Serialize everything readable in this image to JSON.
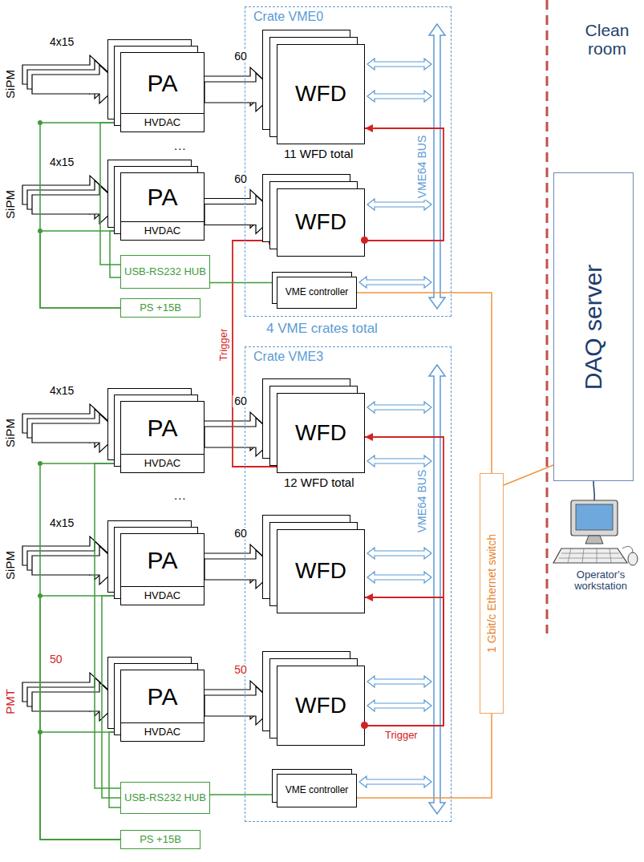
{
  "diagram": {
    "nodes": [
      {
        "text": [
          "Crate VME0"
        ]
      },
      {
        "text": [
          "WFD"
        ],
        "in": 0
      },
      {
        "text": [
          "WFD"
        ],
        "in": 0
      },
      {
        "text": [
          "VME controller"
        ],
        "in": 0
      },
      {
        "text": [
          "Crate VME3"
        ]
      },
      {
        "text": [
          "WFD"
        ],
        "in": 4
      },
      {
        "text": [
          "WFD"
        ],
        "in": 4
      },
      {
        "text": [
          "WFD"
        ],
        "in": 4
      },
      {
        "text": [
          "VME controller"
        ],
        "in": 4
      },
      {
        "text": [
          "PA"
        ]
      },
      {
        "text": [
          "HVDAC"
        ],
        "in": 9
      },
      {
        "text": [
          "PA"
        ]
      },
      {
        "text": [
          "HVDAC"
        ],
        "in": 11
      },
      {
        "text": [
          "USB-RS232 HUB"
        ]
      },
      {
        "text": [
          "PS +15B"
        ]
      },
      {
        "text": [
          "PA"
        ]
      },
      {
        "text": [
          "HVDAC"
        ],
        "in": 15
      },
      {
        "text": [
          "PA"
        ]
      },
      {
        "text": [
          "HVDAC"
        ],
        "in": 17
      },
      {
        "text": [
          "PA"
        ]
      },
      {
        "text": [
          "HVDAC"
        ],
        "in": 19
      },
      {
        "text": [
          "USB-RS232 HUB"
        ]
      },
      {
        "text": [
          "PS +15B"
        ]
      },
      {
        "text": [
          "1 Gbit/c Ethernet switch"
        ]
      },
      {
        "text": [
          "DAQ server"
        ]
      }
    ],
    "edges": [
      {
        "from": 9,
        "to": 1,
        "arrow": "to",
        "label": "60"
      },
      {
        "from": 11,
        "to": 2,
        "arrow": "to",
        "label": "60"
      },
      {
        "from": 15,
        "to": 5,
        "arrow": "to",
        "label": "60"
      },
      {
        "from": 17,
        "to": 6,
        "arrow": "to",
        "label": "60"
      },
      {
        "from": 19,
        "to": 7,
        "arrow": "to",
        "label": "50"
      },
      {
        "from": 2,
        "to": 1,
        "arrow": "to"
      },
      {
        "from": 7,
        "to": 5,
        "arrow": "to"
      },
      {
        "from": 7,
        "to": 6,
        "arrow": "to"
      },
      {
        "from": 5,
        "to": 2,
        "arrow": "to",
        "label": "Trigger"
      },
      {
        "from": 13,
        "to": 3,
        "arrow": "none"
      },
      {
        "from": 3,
        "to": 23,
        "arrow": "none"
      },
      {
        "from": 8,
        "to": 23,
        "arrow": "none"
      },
      {
        "from": 21,
        "to": 8,
        "arrow": "none"
      },
      {
        "from": 23,
        "to": 24,
        "arrow": "none"
      },
      {
        "from": 13,
        "to": 10,
        "arrow": "none"
      },
      {
        "from": 13,
        "to": 12,
        "arrow": "none"
      },
      {
        "from": 14,
        "to": 10,
        "arrow": "none"
      },
      {
        "from": 14,
        "to": 12,
        "arrow": "none"
      },
      {
        "from": 21,
        "to": 16,
        "arrow": "none"
      },
      {
        "from": 21,
        "to": 18,
        "arrow": "none"
      },
      {
        "from": 21,
        "to": 20,
        "arrow": "none"
      },
      {
        "from": 22,
        "to": 16,
        "arrow": "none"
      },
      {
        "from": 22,
        "to": 18,
        "arrow": "none"
      },
      {
        "from": 22,
        "to": 20,
        "arrow": "none"
      }
    ],
    "labels": [
      "SiPM",
      "4x15",
      "...",
      "SiPM",
      "4x15",
      "11 WFD total",
      "VME64 BUS",
      "4 VME crates total",
      "SiPM",
      "4x15",
      "12 WFD total",
      "...",
      "SiPM",
      "4x15",
      "VME64 BUS",
      "PMT",
      "50",
      "Trigger",
      "Clean room",
      "Operator's workstation"
    ]
  }
}
